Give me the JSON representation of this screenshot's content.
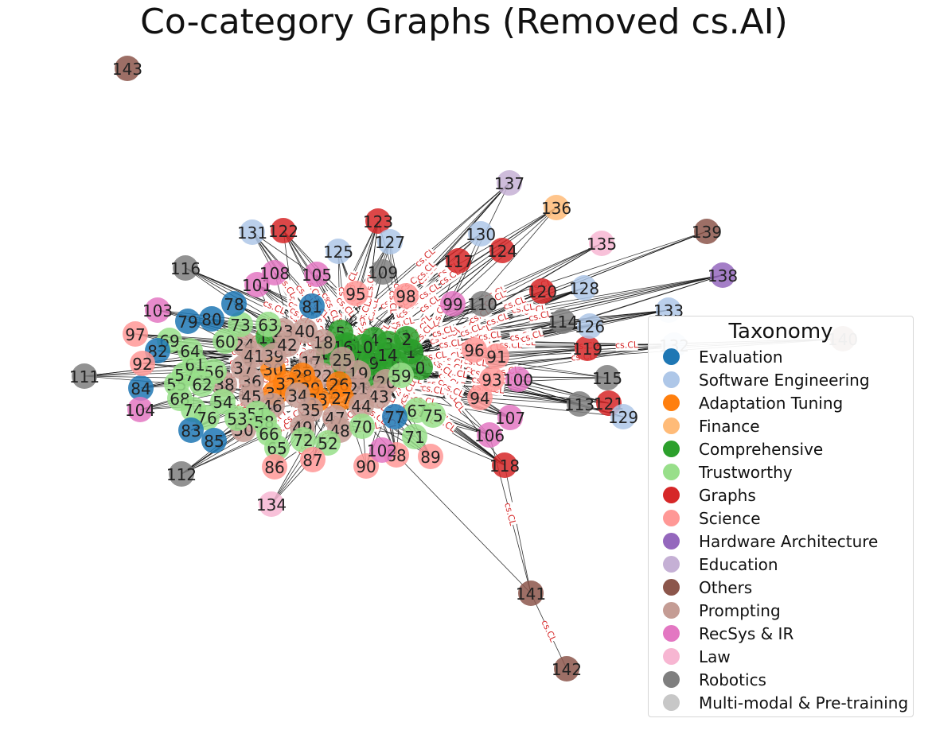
{
  "title": "Co-category Graphs (Removed cs.AI)",
  "edge_label_text": "cs.CL",
  "legend": {
    "title": "Taxonomy",
    "items": [
      {
        "label": "Evaluation",
        "color": "#1f77b4"
      },
      {
        "label": "Software Engineering",
        "color": "#aec7e8"
      },
      {
        "label": "Adaptation Tuning",
        "color": "#ff7f0e"
      },
      {
        "label": "Finance",
        "color": "#ffbb78"
      },
      {
        "label": "Comprehensive",
        "color": "#2ca02c"
      },
      {
        "label": "Trustworthy",
        "color": "#98df8a"
      },
      {
        "label": "Graphs",
        "color": "#d62728"
      },
      {
        "label": "Science",
        "color": "#ff9896"
      },
      {
        "label": "Hardware Architecture",
        "color": "#9467bd"
      },
      {
        "label": "Education",
        "color": "#c5b0d5"
      },
      {
        "label": "Others",
        "color": "#8c564b"
      },
      {
        "label": "Prompting",
        "color": "#c49c94"
      },
      {
        "label": "RecSys & IR",
        "color": "#e377c2"
      },
      {
        "label": "Law",
        "color": "#f7b6d2"
      },
      {
        "label": "Robotics",
        "color": "#7f7f7f"
      },
      {
        "label": "Multi-modal & Pre-training",
        "color": "#c7c7c7"
      }
    ]
  },
  "nodes": [
    {
      "id": "0",
      "cat": 4
    },
    {
      "id": "1",
      "cat": 4
    },
    {
      "id": "2",
      "cat": 4
    },
    {
      "id": "3",
      "cat": 4
    },
    {
      "id": "4",
      "cat": 4
    },
    {
      "id": "5",
      "cat": 4
    },
    {
      "id": "6",
      "cat": 4
    },
    {
      "id": "7",
      "cat": 4
    },
    {
      "id": "8",
      "cat": 4
    },
    {
      "id": "9",
      "cat": 4
    },
    {
      "id": "10",
      "cat": 4
    },
    {
      "id": "11",
      "cat": 4
    },
    {
      "id": "12",
      "cat": 4
    },
    {
      "id": "13",
      "cat": 4
    },
    {
      "id": "14",
      "cat": 4
    },
    {
      "id": "15",
      "cat": 4
    },
    {
      "id": "16",
      "cat": 4
    },
    {
      "id": "17",
      "cat": 11
    },
    {
      "id": "18",
      "cat": 11
    },
    {
      "id": "19",
      "cat": 11
    },
    {
      "id": "20",
      "cat": 11
    },
    {
      "id": "21",
      "cat": 11
    },
    {
      "id": "22",
      "cat": 11
    },
    {
      "id": "23",
      "cat": 11
    },
    {
      "id": "24",
      "cat": 11
    },
    {
      "id": "25",
      "cat": 11
    },
    {
      "id": "26",
      "cat": 2
    },
    {
      "id": "27",
      "cat": 2
    },
    {
      "id": "28",
      "cat": 2
    },
    {
      "id": "29",
      "cat": 2
    },
    {
      "id": "30",
      "cat": 2
    },
    {
      "id": "31",
      "cat": 2
    },
    {
      "id": "32",
      "cat": 2
    },
    {
      "id": "33",
      "cat": 2
    },
    {
      "id": "34",
      "cat": 11
    },
    {
      "id": "35",
      "cat": 11
    },
    {
      "id": "36",
      "cat": 11
    },
    {
      "id": "37",
      "cat": 11
    },
    {
      "id": "38",
      "cat": 11
    },
    {
      "id": "39",
      "cat": 11
    },
    {
      "id": "40",
      "cat": 11
    },
    {
      "id": "41",
      "cat": 11
    },
    {
      "id": "42",
      "cat": 11
    },
    {
      "id": "43",
      "cat": 11
    },
    {
      "id": "44",
      "cat": 11
    },
    {
      "id": "45",
      "cat": 11
    },
    {
      "id": "46",
      "cat": 11
    },
    {
      "id": "47",
      "cat": 11
    },
    {
      "id": "48",
      "cat": 11
    },
    {
      "id": "49",
      "cat": 11
    },
    {
      "id": "50",
      "cat": 11
    },
    {
      "id": "51",
      "cat": 5
    },
    {
      "id": "52",
      "cat": 5
    },
    {
      "id": "53",
      "cat": 5
    },
    {
      "id": "54",
      "cat": 5
    },
    {
      "id": "55",
      "cat": 5
    },
    {
      "id": "56",
      "cat": 5
    },
    {
      "id": "57",
      "cat": 5
    },
    {
      "id": "58",
      "cat": 5
    },
    {
      "id": "59",
      "cat": 5
    },
    {
      "id": "60",
      "cat": 5
    },
    {
      "id": "61",
      "cat": 5
    },
    {
      "id": "62",
      "cat": 5
    },
    {
      "id": "63",
      "cat": 5
    },
    {
      "id": "64",
      "cat": 5
    },
    {
      "id": "65",
      "cat": 5
    },
    {
      "id": "66",
      "cat": 5
    },
    {
      "id": "67",
      "cat": 5
    },
    {
      "id": "68",
      "cat": 5
    },
    {
      "id": "69",
      "cat": 5
    },
    {
      "id": "70",
      "cat": 5
    },
    {
      "id": "71",
      "cat": 5
    },
    {
      "id": "72",
      "cat": 5
    },
    {
      "id": "73",
      "cat": 5
    },
    {
      "id": "74",
      "cat": 5
    },
    {
      "id": "75",
      "cat": 5
    },
    {
      "id": "76",
      "cat": 5
    },
    {
      "id": "77",
      "cat": 0
    },
    {
      "id": "78",
      "cat": 0
    },
    {
      "id": "79",
      "cat": 0
    },
    {
      "id": "80",
      "cat": 0
    },
    {
      "id": "81",
      "cat": 0
    },
    {
      "id": "82",
      "cat": 0
    },
    {
      "id": "83",
      "cat": 0
    },
    {
      "id": "84",
      "cat": 0
    },
    {
      "id": "85",
      "cat": 0
    },
    {
      "id": "86",
      "cat": 7
    },
    {
      "id": "87",
      "cat": 7
    },
    {
      "id": "88",
      "cat": 7
    },
    {
      "id": "89",
      "cat": 7
    },
    {
      "id": "90",
      "cat": 7
    },
    {
      "id": "91",
      "cat": 7
    },
    {
      "id": "92",
      "cat": 7
    },
    {
      "id": "93",
      "cat": 7
    },
    {
      "id": "94",
      "cat": 7
    },
    {
      "id": "95",
      "cat": 7
    },
    {
      "id": "96",
      "cat": 7
    },
    {
      "id": "97",
      "cat": 7
    },
    {
      "id": "98",
      "cat": 7
    },
    {
      "id": "99",
      "cat": 12
    },
    {
      "id": "100",
      "cat": 12
    },
    {
      "id": "101",
      "cat": 12
    },
    {
      "id": "102",
      "cat": 12
    },
    {
      "id": "103",
      "cat": 12
    },
    {
      "id": "104",
      "cat": 12
    },
    {
      "id": "105",
      "cat": 12
    },
    {
      "id": "106",
      "cat": 12
    },
    {
      "id": "107",
      "cat": 12
    },
    {
      "id": "108",
      "cat": 12
    },
    {
      "id": "109",
      "cat": 14
    },
    {
      "id": "110",
      "cat": 14
    },
    {
      "id": "111",
      "cat": 14
    },
    {
      "id": "112",
      "cat": 14
    },
    {
      "id": "113",
      "cat": 14
    },
    {
      "id": "114",
      "cat": 14
    },
    {
      "id": "115",
      "cat": 14
    },
    {
      "id": "116",
      "cat": 14
    },
    {
      "id": "117",
      "cat": 6
    },
    {
      "id": "118",
      "cat": 6
    },
    {
      "id": "119",
      "cat": 6
    },
    {
      "id": "120",
      "cat": 6
    },
    {
      "id": "121",
      "cat": 6
    },
    {
      "id": "122",
      "cat": 6
    },
    {
      "id": "123",
      "cat": 6
    },
    {
      "id": "124",
      "cat": 6
    },
    {
      "id": "125",
      "cat": 1
    },
    {
      "id": "126",
      "cat": 1
    },
    {
      "id": "127",
      "cat": 1
    },
    {
      "id": "128",
      "cat": 1
    },
    {
      "id": "129",
      "cat": 1
    },
    {
      "id": "130",
      "cat": 1
    },
    {
      "id": "131",
      "cat": 1
    },
    {
      "id": "132",
      "cat": 1
    },
    {
      "id": "133",
      "cat": 1
    },
    {
      "id": "134",
      "cat": 13
    },
    {
      "id": "135",
      "cat": 13
    },
    {
      "id": "136",
      "cat": 3
    },
    {
      "id": "137",
      "cat": 9
    },
    {
      "id": "138",
      "cat": 8
    },
    {
      "id": "139",
      "cat": 10
    },
    {
      "id": "140",
      "cat": 10
    },
    {
      "id": "141",
      "cat": 10
    },
    {
      "id": "142",
      "cat": 10
    },
    {
      "id": "143",
      "cat": 10
    }
  ]
}
